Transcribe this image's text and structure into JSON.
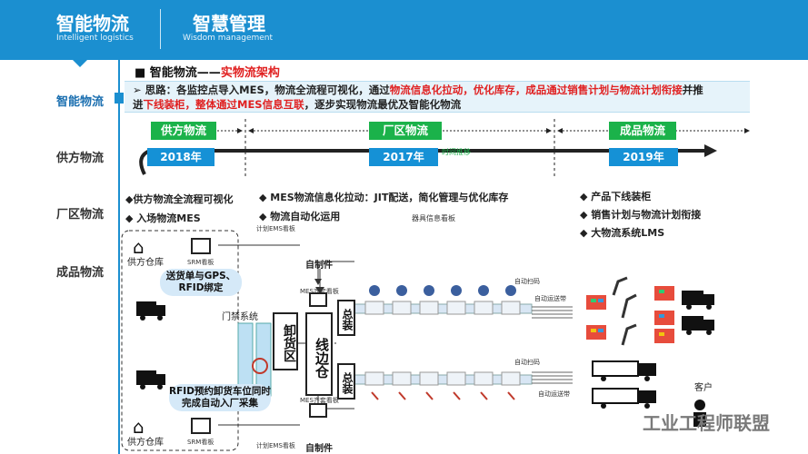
{
  "header": {
    "left_title": "智能物流",
    "left_subtitle": "Intelligent logistics",
    "right_title": "智慧管理",
    "right_subtitle": "Wisdom management"
  },
  "sidebar": {
    "items": [
      {
        "label": "智能物流",
        "active": true
      },
      {
        "label": "供方物流",
        "active": false
      },
      {
        "label": "厂区物流",
        "active": false
      },
      {
        "label": "成品物流",
        "active": false
      }
    ]
  },
  "content": {
    "title_prefix": "■ 智能物流——",
    "title_red": "实物流架构",
    "idea_a": "➢ 思路：各监控点导入MES，物流全流程可视化，通过",
    "idea_b": "物流信息化拉动，优化库存，成品通过销售计划与物流计划衔接",
    "idea_c": "并推",
    "idea_d": "进",
    "idea_e": "下线装柜，整体通过MES信息互联",
    "idea_f": "，逐步实现物流最优及智能化物流"
  },
  "timeline": {
    "phases": [
      "供方物流",
      "厂区物流",
      "成品物流"
    ],
    "years": [
      "2018年",
      "2017年",
      "2019年"
    ],
    "arrow_label": "时间推移"
  },
  "bullets": {
    "supplier": [
      "◆供方物流全流程可视化",
      "◆ 入场物流MES"
    ],
    "plant": [
      "◆ MES物流信息化拉动：JIT配送，简化管理与优化库存",
      "◆ 物流自动化运用"
    ],
    "plant_note": "器具信息看板",
    "product": [
      "◆ 产品下线装柜",
      "◆ 销售计划与物流计划衔接",
      "◆ 大物流系统LMS"
    ]
  },
  "diagram": {
    "supplier_warehouse_top": "供方仓库",
    "supplier_warehouse_bottom": "供方仓库",
    "srm_board_top": "SRM看板",
    "srm_board_bottom": "SRM看板",
    "plan_ems_top": "计划EMS看板",
    "plan_ems_bottom": "计划EMS看板",
    "cloud_top": "送货单与GPS、RFID绑定",
    "cloud_bottom": "RFID预约卸货车位同时完成自动入厂采集",
    "gate_system": "门禁系统",
    "unload_area": "卸货区",
    "line_warehouse": "线边仓",
    "self_made_top": "自制件",
    "self_made_bottom": "自制件",
    "mes_board_top": "MES齐套看板",
    "mes_board_bottom": "MES齐套看板",
    "assembly_top": "总装",
    "assembly_bottom": "总装",
    "auto_scan_top": "自动扫码",
    "auto_scan_bottom": "自动扫码",
    "auto_conveyor_top": "自动运送带",
    "auto_conveyor_bottom": "自动运送带",
    "customer": "客户"
  },
  "watermark": "工业工程师联盟",
  "colors": {
    "header_blue": "#1b8fd0",
    "phase_green": "#1bb24a",
    "year_blue": "#1591d6",
    "highlight_red": "#e02020"
  }
}
